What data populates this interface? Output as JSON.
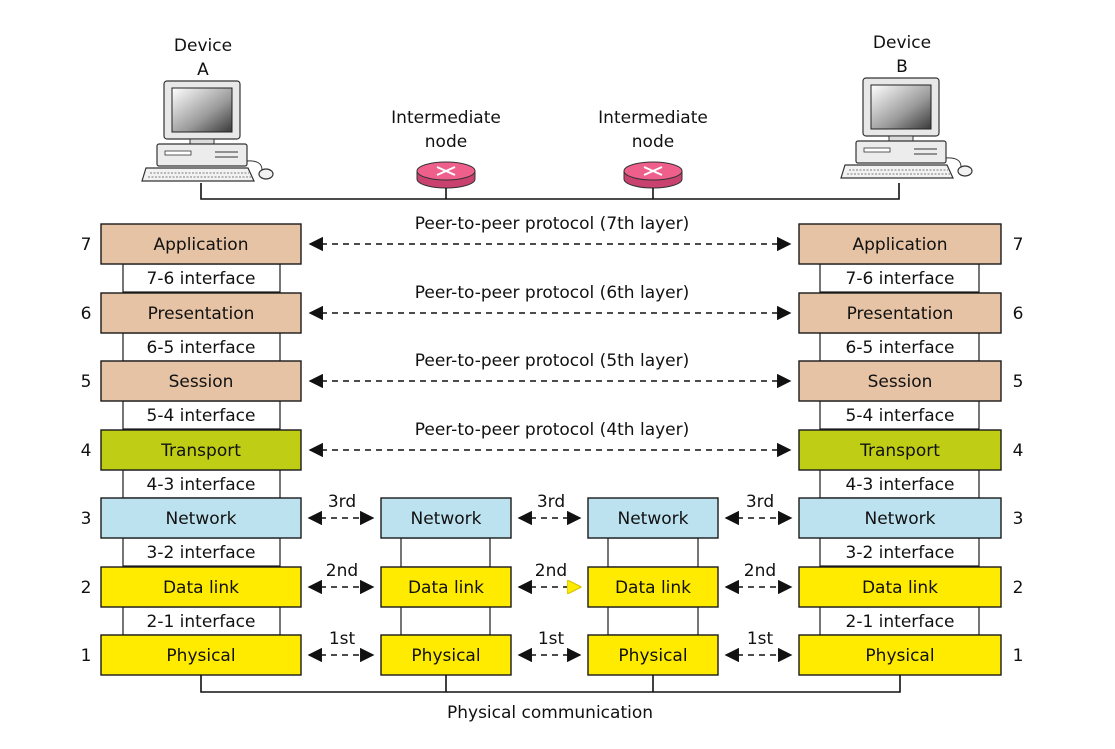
{
  "devices": {
    "a": {
      "line1": "Device",
      "line2": "A"
    },
    "b": {
      "line1": "Device",
      "line2": "B"
    }
  },
  "nodes": {
    "n1": {
      "line1": "Intermediate",
      "line2": "node"
    },
    "n2": {
      "line1": "Intermediate",
      "line2": "node"
    }
  },
  "layers": {
    "l7": {
      "num": "7",
      "name": "Application"
    },
    "l6": {
      "num": "6",
      "name": "Presentation"
    },
    "l5": {
      "num": "5",
      "name": "Session"
    },
    "l4": {
      "num": "4",
      "name": "Transport"
    },
    "l3": {
      "num": "3",
      "name": "Network"
    },
    "l2": {
      "num": "2",
      "name": "Data link"
    },
    "l1": {
      "num": "1",
      "name": "Physical"
    }
  },
  "interfaces": {
    "i76": "7-6 interface",
    "i65": "6-5 interface",
    "i54": "5-4 interface",
    "i43": "4-3 interface",
    "i32": "3-2 interface",
    "i21": "2-1 interface"
  },
  "protocols": {
    "p7": "Peer-to-peer protocol (7th layer)",
    "p6": "Peer-to-peer protocol (6th layer)",
    "p5": "Peer-to-peer protocol (5th layer)",
    "p4": "Peer-to-peer protocol (4th layer)"
  },
  "hops": {
    "h3": "3rd",
    "h2": "2nd",
    "h1": "1st"
  },
  "physical_communication": "Physical communication",
  "colors": {
    "upper": "#e6c3a4",
    "transport": "#bfcd14",
    "network": "#bde2ef",
    "lower": "#ffeb00",
    "router": "#ee5f8c",
    "arrow_highlight": "#ffeb00"
  }
}
